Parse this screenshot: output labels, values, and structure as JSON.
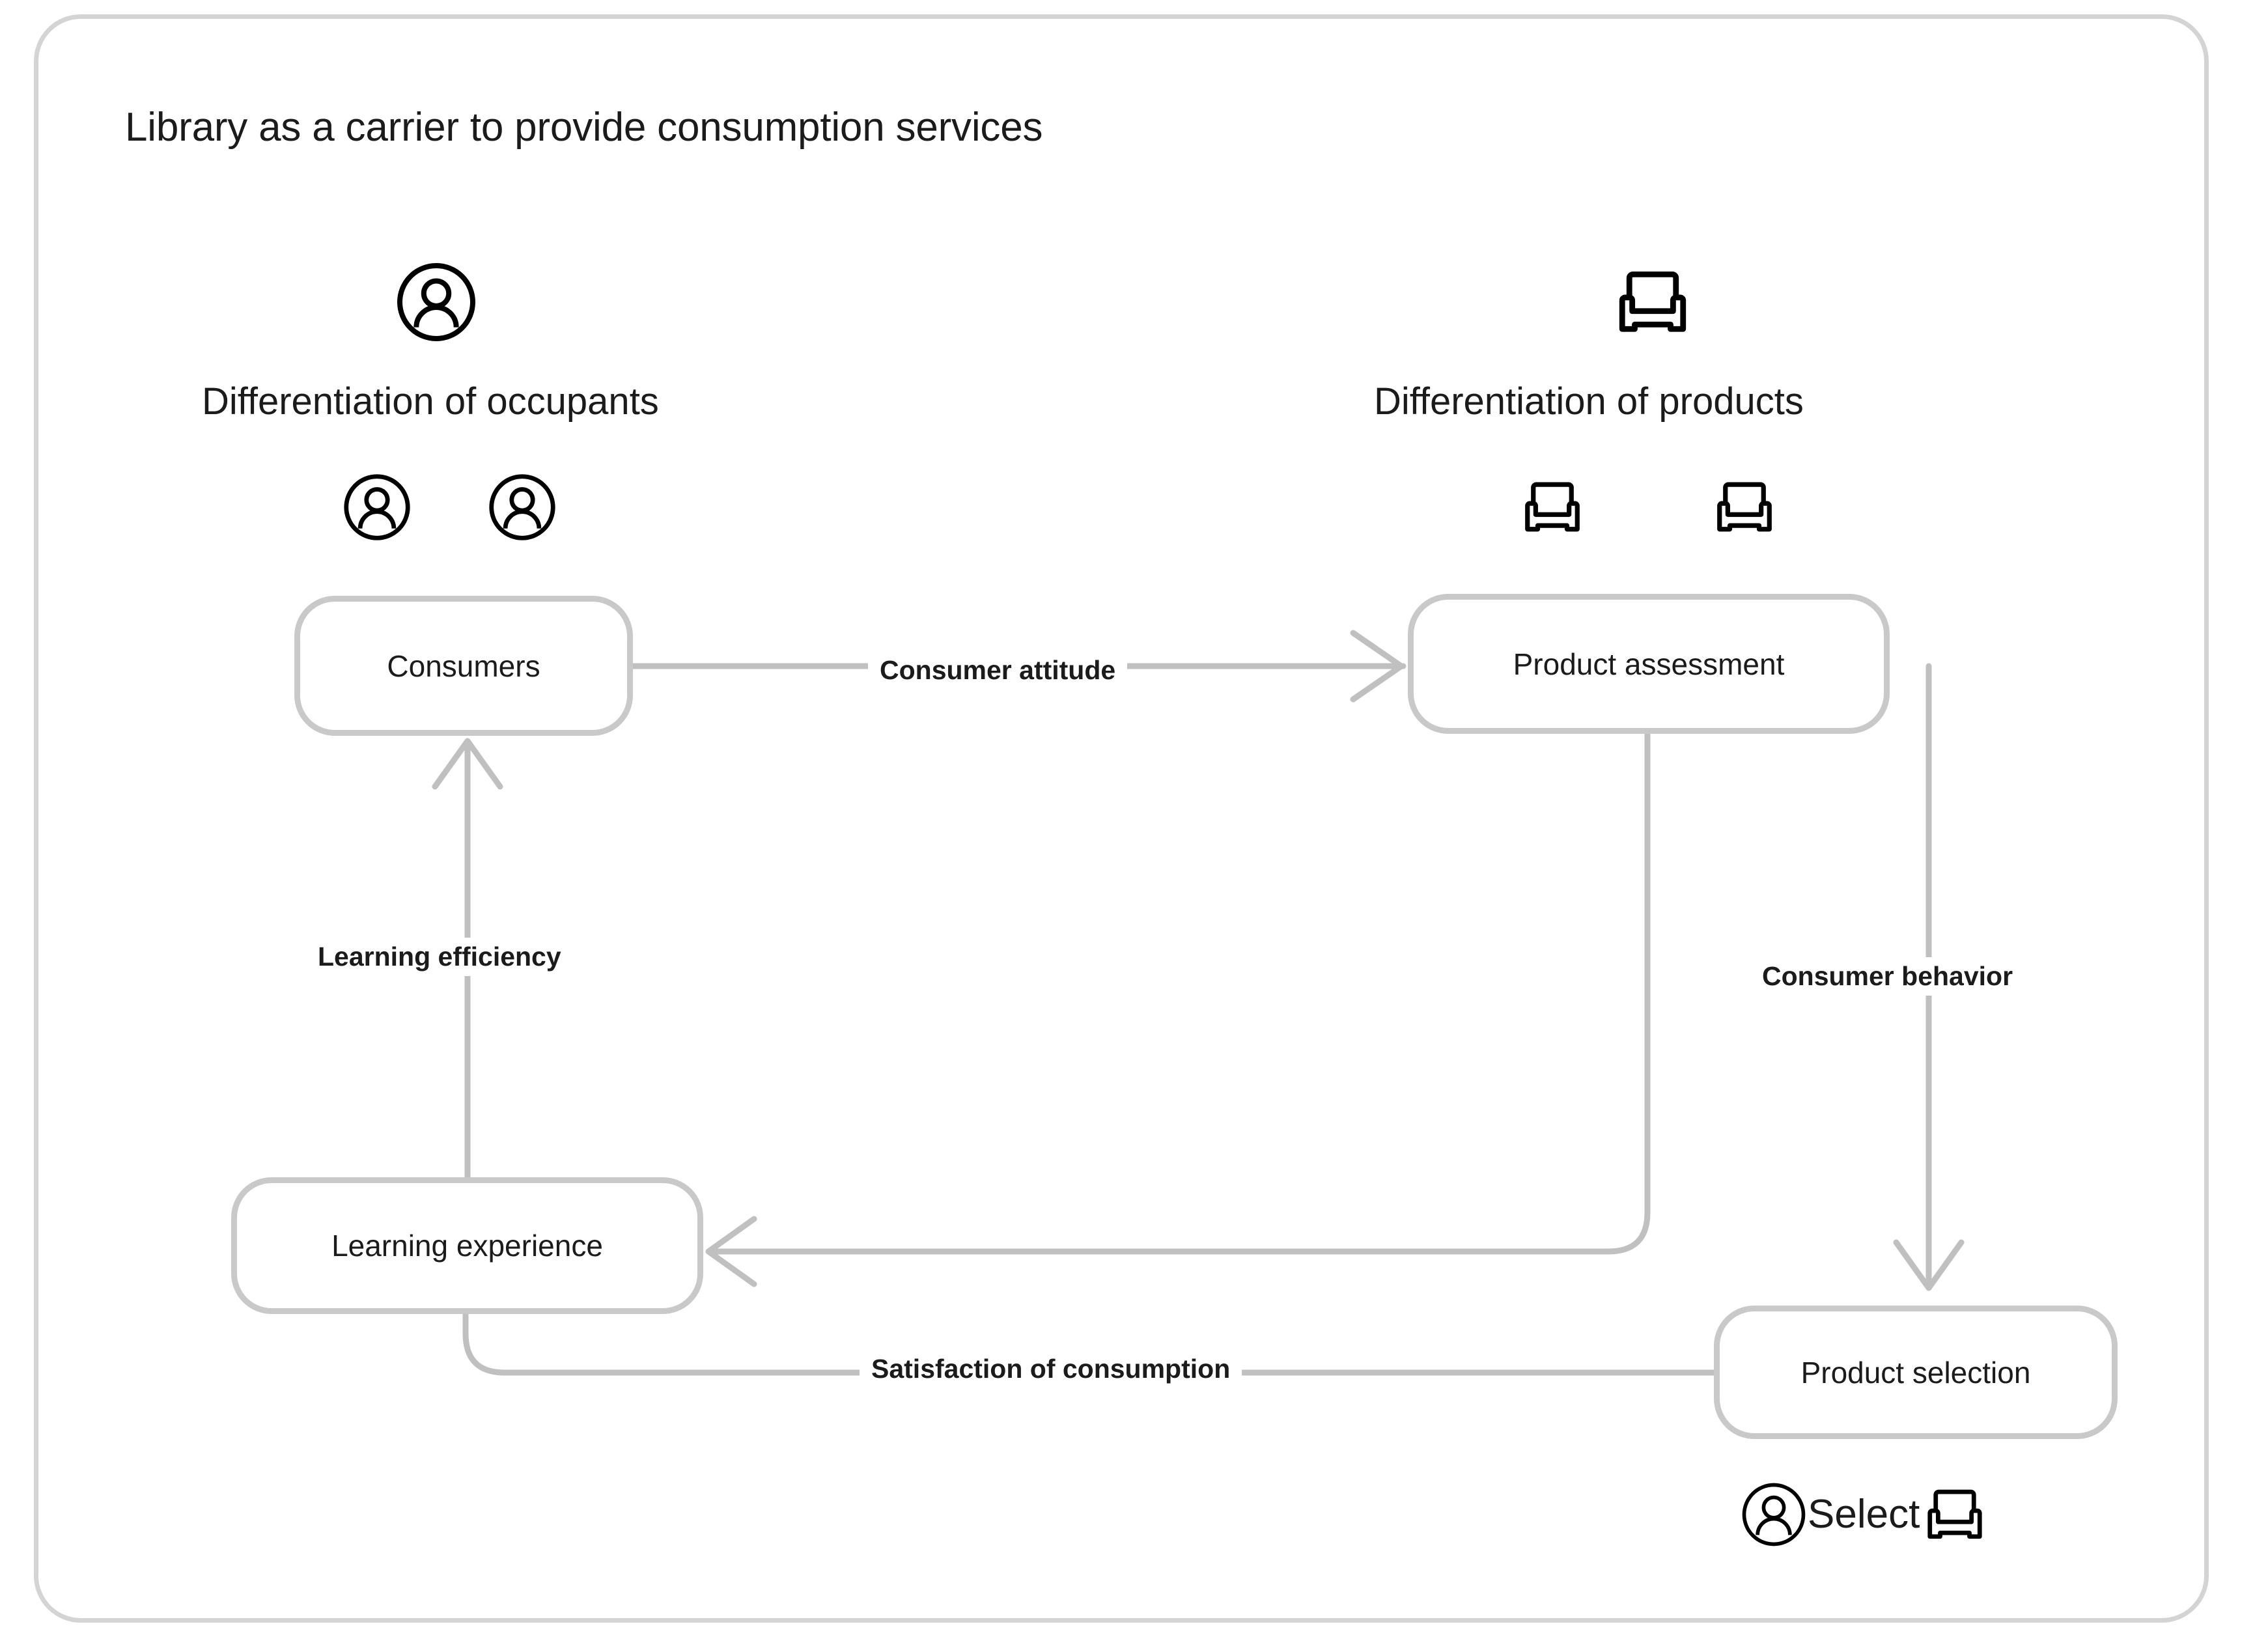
{
  "diagram": {
    "title": "Library as a carrier to provide consumption services",
    "frame": {
      "border_color": "#d4d4d4"
    },
    "palette": {
      "node_border": "#c9c9c9",
      "edge_stroke": "#c0c0c0",
      "text": "#1b1b1b",
      "icon": "#000000",
      "background": "#ffffff"
    },
    "groups": [
      {
        "id": "occupants",
        "heading": "Differentiation of occupants",
        "top_icon": "person-icon",
        "bottom_icons": [
          "person-icon",
          "person-icon"
        ]
      },
      {
        "id": "products",
        "heading": "Differentiation of products",
        "top_icon": "armchair-icon",
        "bottom_icons": [
          "armchair-icon",
          "armchair-icon"
        ]
      }
    ],
    "nodes": [
      {
        "id": "consumers",
        "label": "Consumers"
      },
      {
        "id": "product_assessment",
        "label": "Product assessment"
      },
      {
        "id": "learning_experience",
        "label": "Learning experience"
      },
      {
        "id": "product_selection",
        "label": "Product selection"
      }
    ],
    "edges": [
      {
        "id": "consumer_attitude",
        "label": "Consumer attitude",
        "from": "consumers",
        "to": "product_assessment",
        "arrow": true
      },
      {
        "id": "learning_efficiency",
        "label": "Learning efficiency",
        "from": "learning_experience",
        "to": "consumers",
        "arrow": true
      },
      {
        "id": "consumer_behavior",
        "label": "Consumer behavior",
        "from": "product_assessment",
        "to": "product_selection",
        "arrow": true
      },
      {
        "id": "assessment_to_learning",
        "label": "",
        "from": "product_assessment",
        "to": "learning_experience",
        "arrow": true
      },
      {
        "id": "satisfaction",
        "label": "Satisfaction of consumption",
        "from": "product_selection",
        "to": "learning_experience",
        "arrow": false
      }
    ],
    "footer": {
      "left_icon": "person-icon",
      "text": "Select",
      "right_icon": "armchair-icon"
    }
  }
}
